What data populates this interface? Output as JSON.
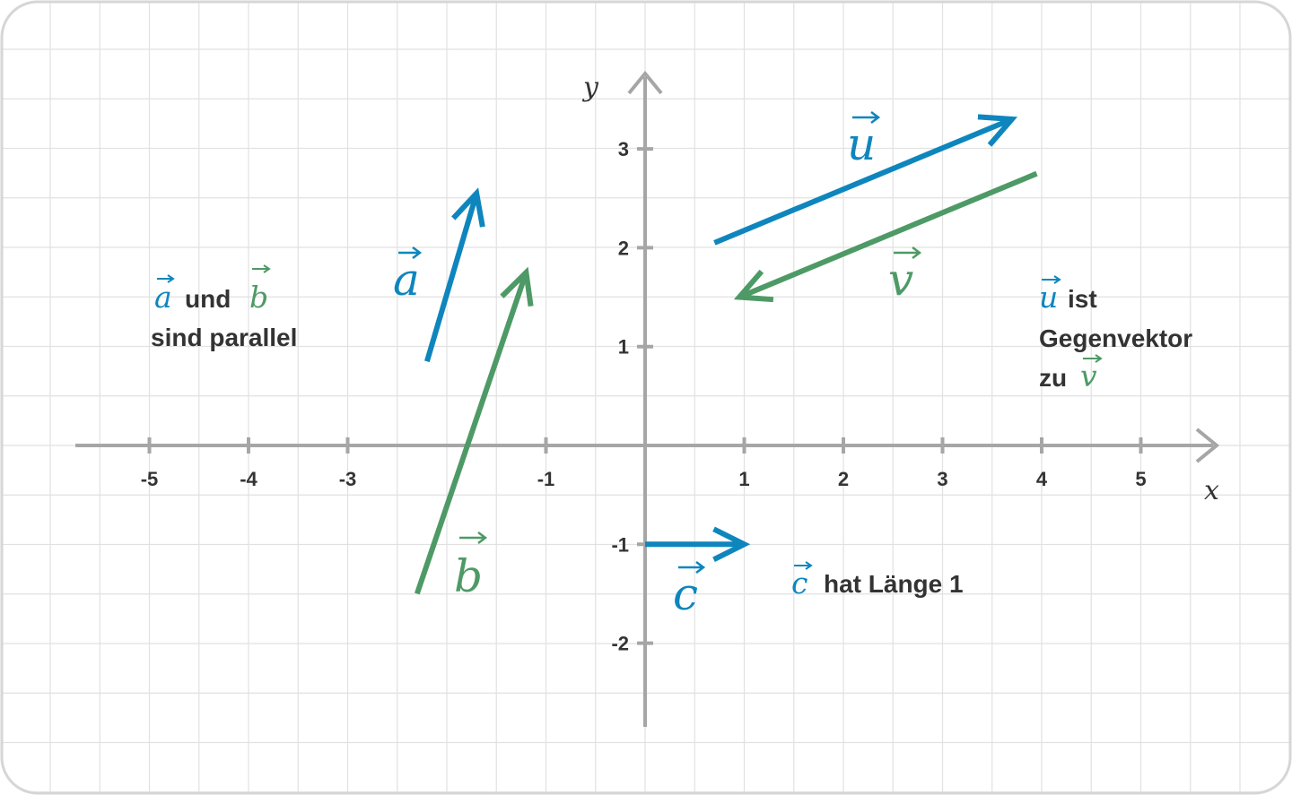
{
  "colors": {
    "blue": "#0e86bd",
    "green": "#4e9a66",
    "axis": "#a6a6a6",
    "grid": "#e1e1e1",
    "text": "#333333"
  },
  "axes": {
    "x_label": "x",
    "y_label": "y",
    "x_range": [
      -5.5,
      5.5
    ],
    "y_range": [
      -2.5,
      3.5
    ],
    "x_ticks": [
      "-5",
      "-4",
      "-3",
      "-1",
      "1",
      "2",
      "3",
      "4",
      "5"
    ],
    "y_ticks": [
      "-2",
      "-1",
      "1",
      "2",
      "3"
    ]
  },
  "vectors": {
    "a": {
      "label": "a",
      "start": [
        -2.2,
        0.85
      ],
      "end": [
        -1.7,
        2.55
      ],
      "color": "blue"
    },
    "b": {
      "label": "b",
      "start": [
        -2.3,
        -1.5
      ],
      "end": [
        -1.2,
        1.75
      ],
      "color": "green"
    },
    "c": {
      "label": "c",
      "start": [
        0,
        -1
      ],
      "end": [
        1,
        -1
      ],
      "color": "blue"
    },
    "u": {
      "label": "u",
      "start": [
        0.7,
        2.05
      ],
      "end": [
        3.7,
        3.3
      ],
      "color": "blue"
    },
    "v": {
      "label": "v",
      "start": [
        3.95,
        2.75
      ],
      "end": [
        0.95,
        1.5
      ],
      "color": "green"
    }
  },
  "annotations": {
    "parallel": {
      "sym1": "a",
      "word": "und",
      "sym2": "b",
      "line2": "sind parallel"
    },
    "length": {
      "sym": "c",
      "text": "hat Länge 1"
    },
    "opposite": {
      "sym1": "u",
      "word": "ist",
      "line2": "Gegenvektor",
      "line3_word": "zu",
      "sym2": "v"
    }
  }
}
